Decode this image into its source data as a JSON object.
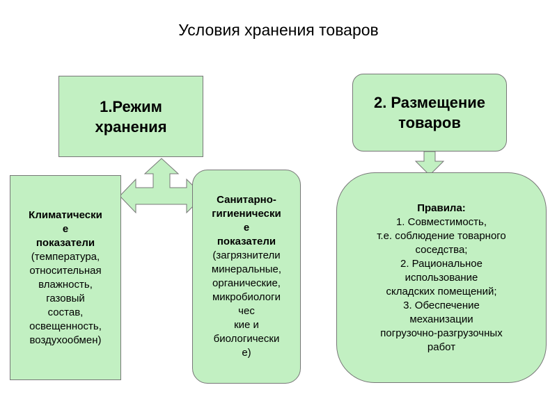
{
  "title": "Условия хранения товаров",
  "boxes": {
    "regime": {
      "title": "1.Режим\nхранения"
    },
    "placement": {
      "title": "2. Размещение\nтоваров"
    },
    "climatic": {
      "heading": "Климатическ­и\nе\nпоказатели",
      "body": "(температура,\nотносительная\nвлажность,\nгазовый\nсостав,\nосвещенность,\nвоздухообмен)"
    },
    "sanitary": {
      "heading": "Санитарно-\nгигиеническ­и\nе\nпоказатели",
      "body": "(загрязнители\nминеральные,\nорганические,\nмикробиологи\nчес\nкие и\nбиологическ­и\nе)"
    },
    "rules": {
      "heading": "Правила:",
      "body": "1. Совместимость,\nт.е. соблюдение товарного\nсоседства;\n2. Рациональное\nиспользование\nскладских помещений;\n3. Обеспечение\nмеханизации\nпогрузочно-разгрузочных\nработ"
    }
  },
  "colors": {
    "fill": "#c2f0c2",
    "border": "#777777"
  }
}
